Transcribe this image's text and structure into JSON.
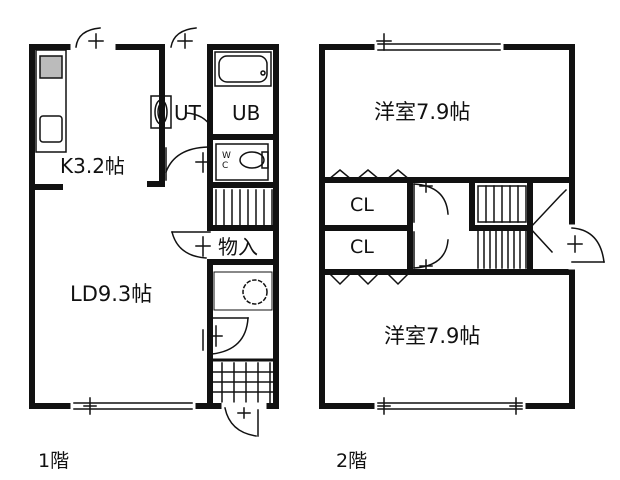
{
  "floor1": {
    "caption": "1階",
    "rooms": {
      "kitchen": "K3.2帖",
      "utility": "UT",
      "bath": "UB",
      "storage": "物入",
      "living": "LD9.3帖"
    }
  },
  "floor2": {
    "caption": "2階",
    "rooms": {
      "room_top": "洋室7.9帖",
      "closet_upper": "CL",
      "closet_lower": "CL",
      "room_bottom": "洋室7.9帖"
    }
  },
  "colors": {
    "wall": "#111111",
    "background": "#ffffff"
  },
  "icons": [
    "door-swing-icon",
    "sink-icon",
    "stove-icon",
    "bathtub-icon",
    "washbasin-icon",
    "toilet-icon",
    "stairs-icon",
    "washer-icon",
    "entrance-tiles-icon"
  ]
}
